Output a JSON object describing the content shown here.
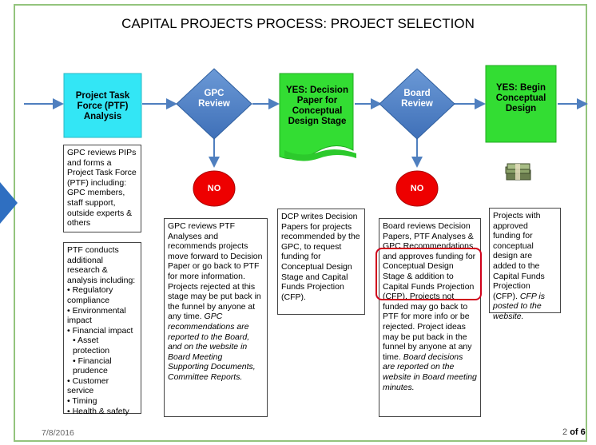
{
  "title": "CAPITAL PROJECTS PROCESS:  PROJECT SELECTION",
  "nodes": {
    "ptf": "Project Task Force (PTF) Analysis",
    "gpc_review": "GPC Review",
    "decision_paper": "YES: Decision Paper for Conceptual Design Stage",
    "board_review": "Board Review",
    "begin_design": "YES: Begin Conceptual Design",
    "no1": "NO",
    "no2": "NO"
  },
  "boxes": {
    "gpc_reviews_pips": "GPC reviews PIPs and forms a Project Task Force (PTF) including: GPC members, staff support, outside experts & others",
    "ptf_conducts": {
      "intro": "PTF conducts additional research & analysis including:",
      "items": [
        "• Regulatory compliance",
        "• Environmental impact",
        "• Financial impact"
      ],
      "subitems": [
        "• Asset protection",
        "• Financial prudence"
      ],
      "items2": [
        "• Customer service",
        "• Timing",
        "• Health & safety"
      ]
    },
    "gpc_reviews_ptf": {
      "text": "GPC reviews PTF Analyses and recommends projects move forward to Decision Paper or go back to PTF for more information. Projects rejected at this stage may be put back in the funnel  by anyone at any time.",
      "italic": "GPC recommendations are reported to the Board, and on the website in Board Meeting Supporting Documents, Committee Reports."
    },
    "dcp_writes": "DCP writes Decision Papers for projects recommended by the GPC, to request funding for Conceptual Design Stage and Capital Funds Projection (CFP).",
    "board_reviews": {
      "text": "Board reviews Decision Papers, PTF Analyses & GPC Recommendations, and approves funding for Conceptual Design Stage & addition to Capital Funds Projection (CFP). Projects not funded may go back to PTF for more info or be rejected. Project ideas may be put back in the funnel by anyone at any time.",
      "italic": "Board decisions are reported on the website in Board meeting minutes."
    },
    "projects_with": {
      "text": "Projects with approved funding for conceptual design are added to the Capital Funds Projection (CFP).",
      "italic": "CFP is posted to the website."
    }
  },
  "footer": {
    "date": "7/8/2016",
    "page_num": "2",
    "page_of": "of 6"
  },
  "colors": {
    "cyan": "#33e6f5",
    "green": "#33dd33",
    "blue": "#4a7fc4",
    "red": "#ee0000",
    "arrow": "#4f7fbf",
    "frame": "#93c47d"
  },
  "icons": [
    "money-stack-icon"
  ]
}
